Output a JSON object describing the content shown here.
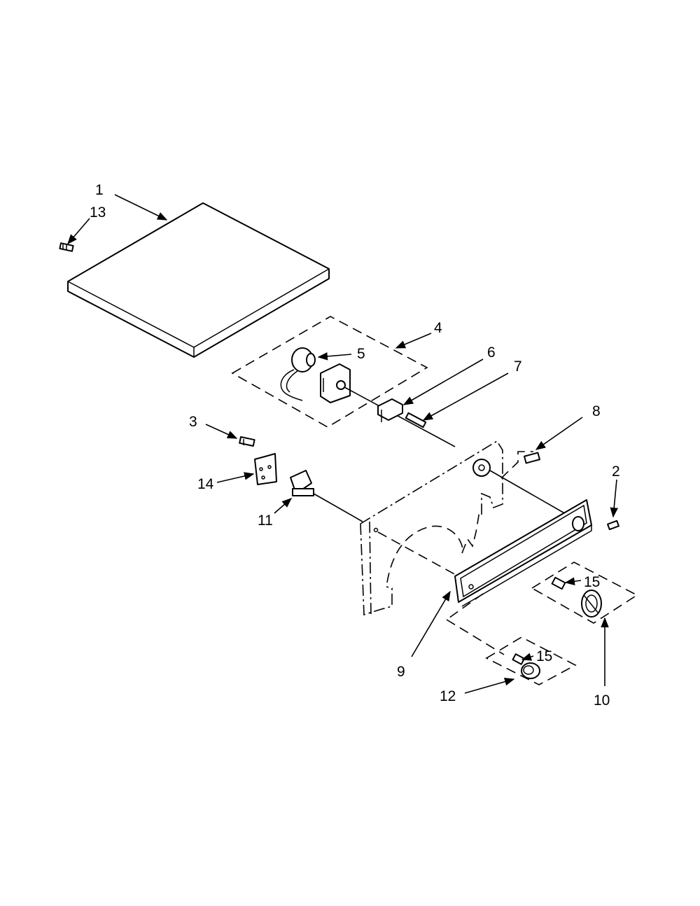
{
  "diagram": {
    "callouts": {
      "c1": "1",
      "c2": "2",
      "c3": "3",
      "c4": "4",
      "c5": "5",
      "c6": "6",
      "c7": "7",
      "c8": "8",
      "c9": "9",
      "c10": "10",
      "c11": "11",
      "c12": "12",
      "c13": "13",
      "c14": "14",
      "c15a": "15",
      "c15b": "15"
    }
  }
}
